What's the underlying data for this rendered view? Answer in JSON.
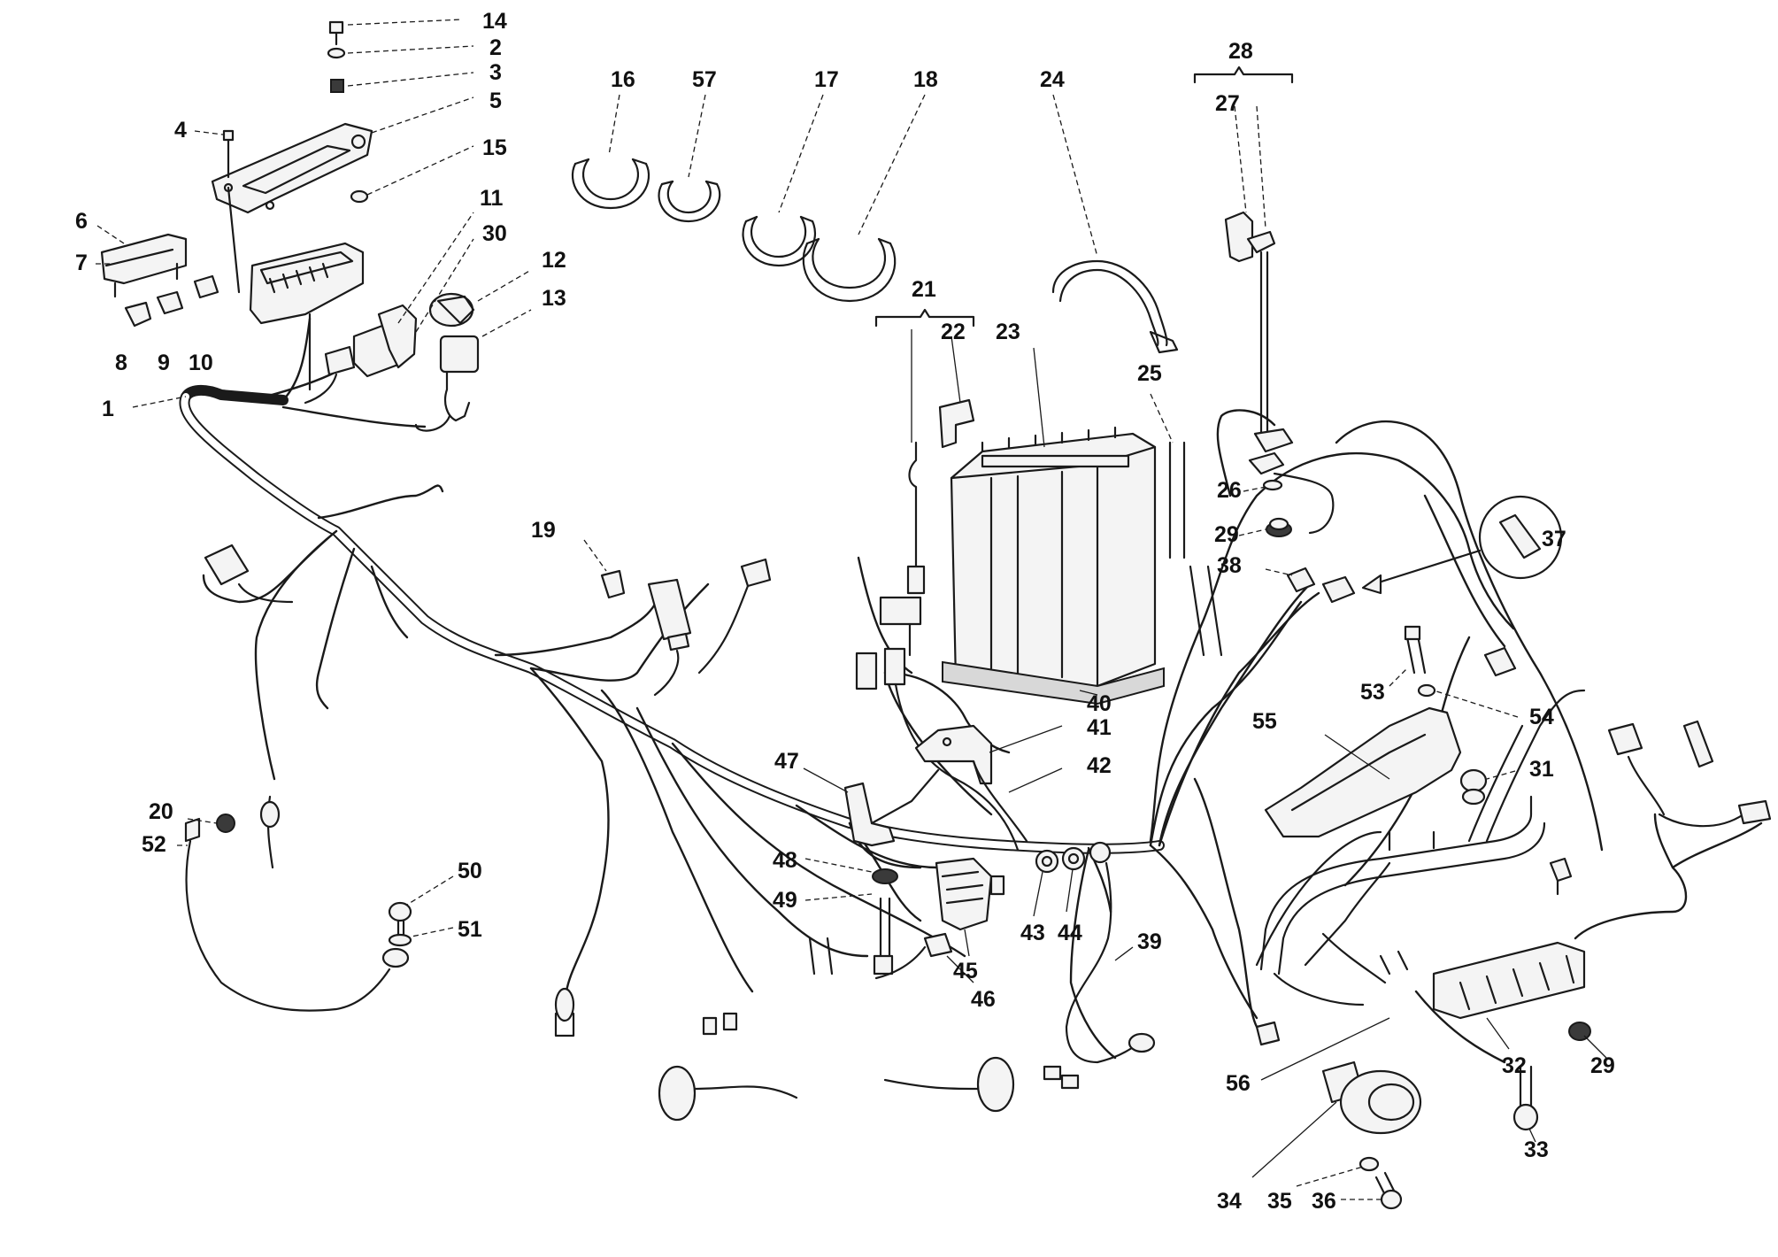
{
  "callouts": [
    {
      "id": "14",
      "label": "14"
    },
    {
      "id": "2",
      "label": "2"
    },
    {
      "id": "3",
      "label": "3"
    },
    {
      "id": "5",
      "label": "5"
    },
    {
      "id": "4",
      "label": "4"
    },
    {
      "id": "15",
      "label": "15"
    },
    {
      "id": "6",
      "label": "6"
    },
    {
      "id": "7",
      "label": "7"
    },
    {
      "id": "11",
      "label": "11"
    },
    {
      "id": "30",
      "label": "30"
    },
    {
      "id": "12",
      "label": "12"
    },
    {
      "id": "13",
      "label": "13"
    },
    {
      "id": "8",
      "label": "8"
    },
    {
      "id": "9",
      "label": "9"
    },
    {
      "id": "10",
      "label": "10"
    },
    {
      "id": "1",
      "label": "1"
    },
    {
      "id": "16",
      "label": "16"
    },
    {
      "id": "57",
      "label": "57"
    },
    {
      "id": "17",
      "label": "17"
    },
    {
      "id": "18",
      "label": "18"
    },
    {
      "id": "24",
      "label": "24"
    },
    {
      "id": "28",
      "label": "28"
    },
    {
      "id": "27",
      "label": "27"
    },
    {
      "id": "21",
      "label": "21"
    },
    {
      "id": "22",
      "label": "22"
    },
    {
      "id": "23",
      "label": "23"
    },
    {
      "id": "25",
      "label": "25"
    },
    {
      "id": "26",
      "label": "26"
    },
    {
      "id": "29a",
      "label": "29"
    },
    {
      "id": "37",
      "label": "37"
    },
    {
      "id": "38",
      "label": "38"
    },
    {
      "id": "19",
      "label": "19"
    },
    {
      "id": "40",
      "label": "40"
    },
    {
      "id": "41",
      "label": "41"
    },
    {
      "id": "42",
      "label": "42"
    },
    {
      "id": "53",
      "label": "53"
    },
    {
      "id": "54",
      "label": "54"
    },
    {
      "id": "55",
      "label": "55"
    },
    {
      "id": "31",
      "label": "31"
    },
    {
      "id": "47",
      "label": "47"
    },
    {
      "id": "20",
      "label": "20"
    },
    {
      "id": "52",
      "label": "52"
    },
    {
      "id": "48",
      "label": "48"
    },
    {
      "id": "49",
      "label": "49"
    },
    {
      "id": "50",
      "label": "50"
    },
    {
      "id": "51",
      "label": "51"
    },
    {
      "id": "43",
      "label": "43"
    },
    {
      "id": "44",
      "label": "44"
    },
    {
      "id": "45",
      "label": "45"
    },
    {
      "id": "39",
      "label": "39"
    },
    {
      "id": "46",
      "label": "46"
    },
    {
      "id": "56",
      "label": "56"
    },
    {
      "id": "32",
      "label": "32"
    },
    {
      "id": "29b",
      "label": "29"
    },
    {
      "id": "33",
      "label": "33"
    },
    {
      "id": "34",
      "label": "34"
    },
    {
      "id": "35",
      "label": "35"
    },
    {
      "id": "36",
      "label": "36"
    }
  ]
}
